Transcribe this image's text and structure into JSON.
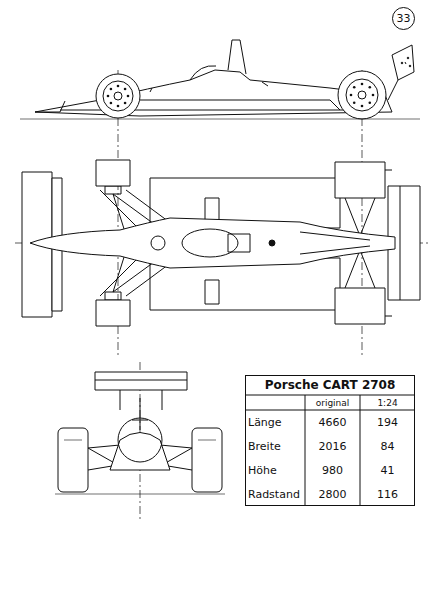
{
  "diagram": {
    "nodes": [
      {
        "text": [
          "33"
        ]
      },
      {
        "text": [
          "Porsche CART 2708"
        ]
      }
    ],
    "labels": [
      "original",
      "1:24",
      "Länge",
      "4660",
      "194",
      "Breite",
      "2016",
      "84",
      "Höhe",
      "980",
      "41",
      "Radstand",
      "2800",
      "116"
    ]
  }
}
